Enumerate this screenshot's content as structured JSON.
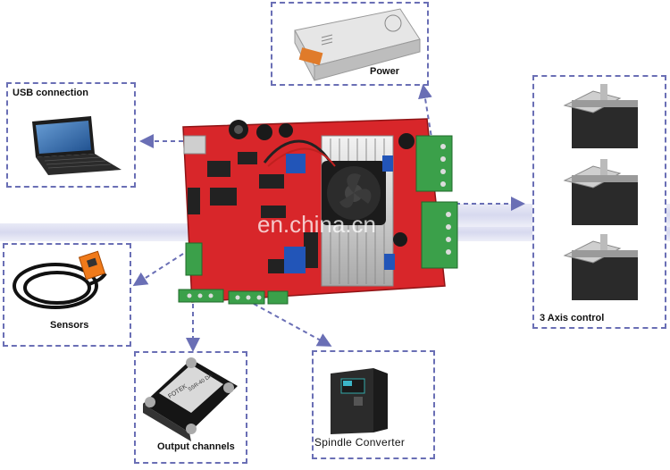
{
  "modules": {
    "power": "Power",
    "usb": "USB connection",
    "axis": "3 Axis control",
    "sensors": "Sensors",
    "output": "Output channels",
    "spindle": "Spindle Converter"
  },
  "watermark": "en.china.cn",
  "relay_text": {
    "brand": "FOTEK",
    "model": "SSR-40 DA"
  },
  "colors": {
    "board": "#d8262a",
    "frame": "#6a6fb5",
    "connector": "#3ba04a",
    "heatsink": "#c9c9c9"
  }
}
